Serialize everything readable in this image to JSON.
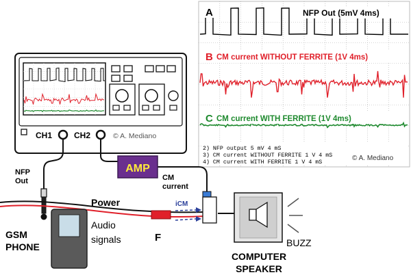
{
  "scope_screen": {
    "trace_a": {
      "letter": "A",
      "title": "NFP Out (5mV 4ms)",
      "color": "#000000"
    },
    "trace_b": {
      "letter": "B",
      "title": "CM current  WITHOUT FERRITE (1V 4ms)",
      "color": "#e0202a"
    },
    "trace_c": {
      "letter": "C",
      "title": "CM current  WITH FERRITE (1V 4ms)",
      "color": "#1e8a2e"
    },
    "readouts": [
      "2) NFP output  5 mV   4 mS",
      "3) CM current WITHOUT FERRITE  1  V    4 mS",
      "4) CM current WITH FERRITE  1  V    4 mS"
    ],
    "copyright": "© A. Mediano"
  },
  "oscilloscope": {
    "ch1_label": "CH1",
    "ch2_label": "CH2",
    "copyright": "© A. Mediano"
  },
  "labels": {
    "amp": "AMP",
    "cm_current": [
      "CM",
      "current"
    ],
    "nfp_out": [
      "NFP",
      "Out"
    ],
    "power": "Power",
    "audio_signals": [
      "Audio",
      "signals"
    ],
    "icm": "iCM",
    "ferrite": "F",
    "gsm_phone": [
      "GSM",
      "PHONE"
    ],
    "computer_speaker": [
      "COMPUTER",
      "SPEAKER"
    ],
    "buzz": "BUZZ"
  },
  "colors": {
    "amp_fill": "#6a2f8e",
    "amp_text": "#ffeb3b",
    "ferrite": "#e0202a",
    "icm_arrow": "#2a3f9a",
    "cable_red": "#e0202a",
    "cable_black": "#111111"
  }
}
